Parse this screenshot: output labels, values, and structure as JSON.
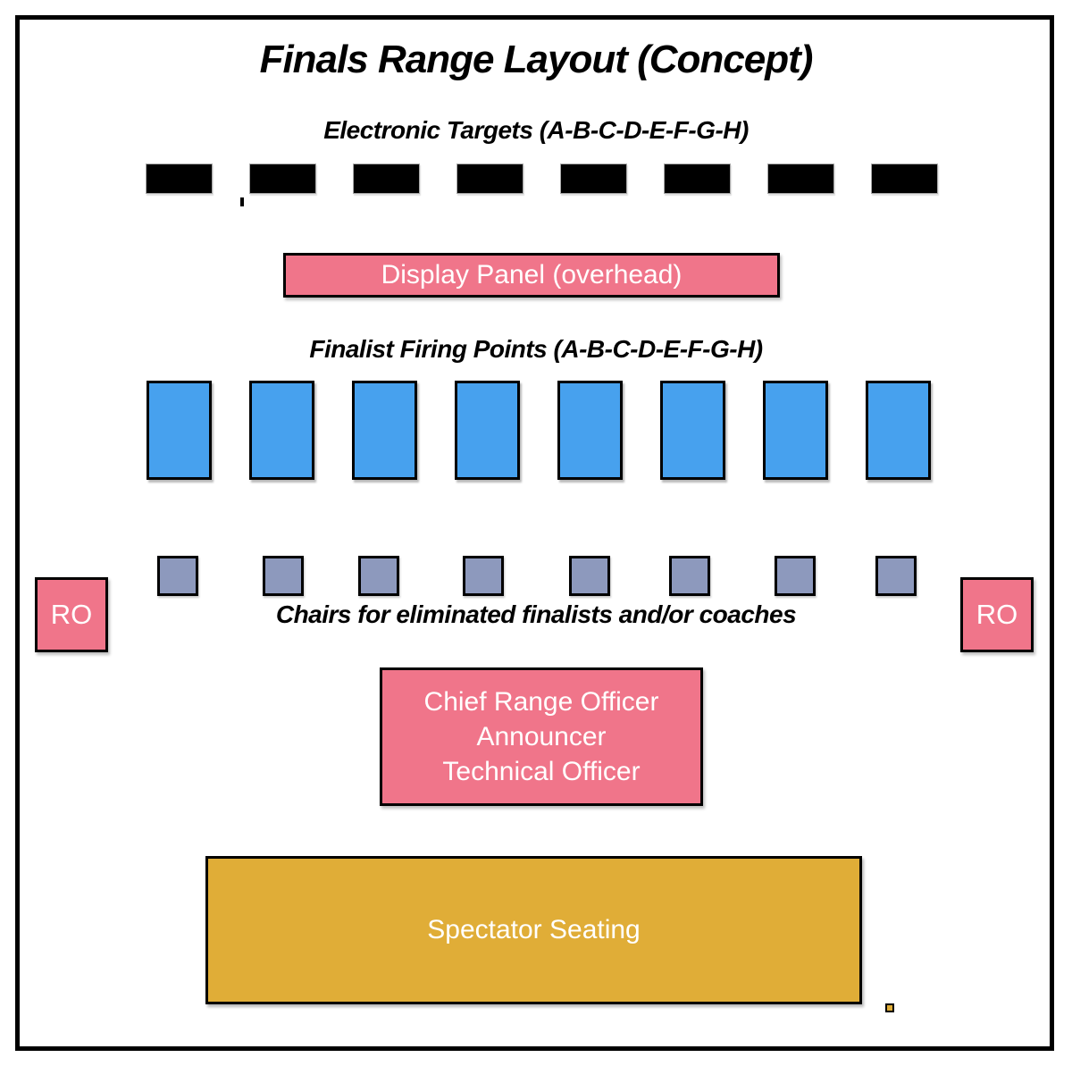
{
  "title": "Finals Range Layout (Concept)",
  "targets": {
    "label": "Electronic Targets (A-B-C-D-E-F-G-H)",
    "count": 8
  },
  "display_panel": {
    "label": "Display Panel (overhead)"
  },
  "firing_points": {
    "label": "Finalist Firing Points (A-B-C-D-E-F-G-H)",
    "count": 8
  },
  "chairs": {
    "label": "Chairs for eliminated finalists and/or coaches",
    "count": 8
  },
  "range_officers": {
    "left_label": "RO",
    "right_label": "RO"
  },
  "officials": {
    "lines": [
      "Chief Range Officer",
      "Announcer",
      "Technical Officer"
    ]
  },
  "spectators": {
    "label": "Spectator Seating"
  },
  "colors": {
    "pink": "#F0758A",
    "blue": "#47A1EE",
    "chair": "#8D99BD",
    "gold": "#E0AD37",
    "black": "#000000"
  }
}
